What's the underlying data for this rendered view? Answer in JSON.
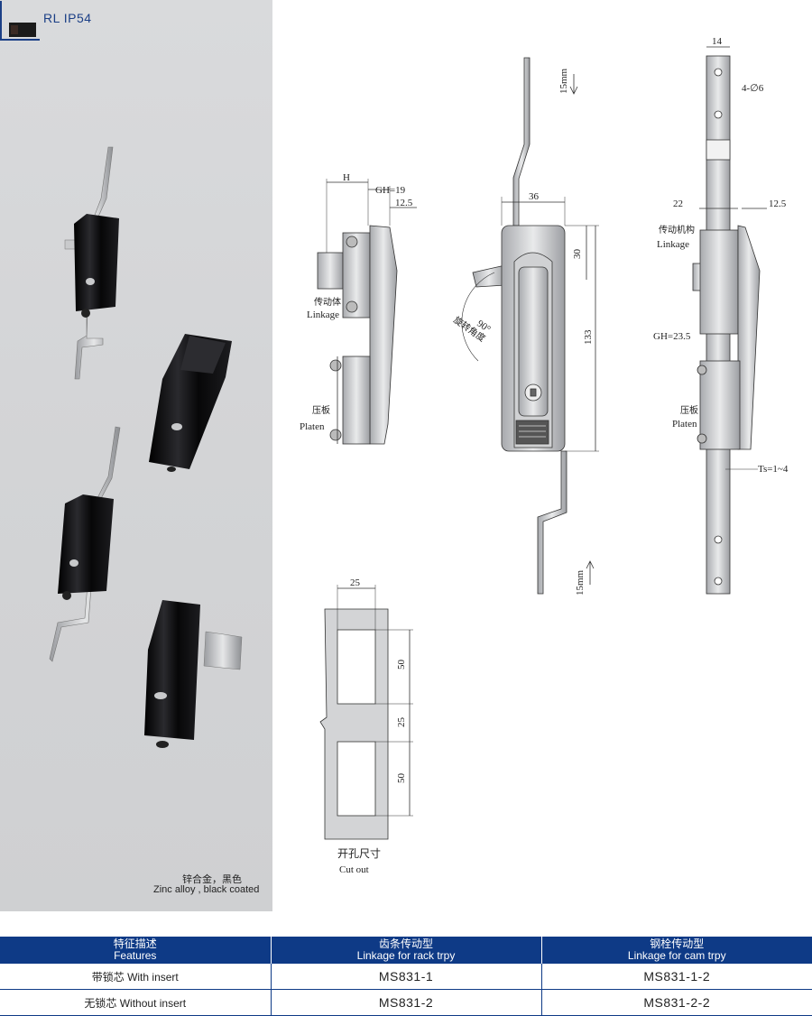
{
  "header": {
    "brand": "RL",
    "rating": "IP54"
  },
  "product": {
    "material_cn": "锌合金，黑色",
    "material_en": "Zinc alloy , black coated"
  },
  "drawing": {
    "side_view": {
      "dim_h": "H",
      "dim_gh": "GH=19",
      "dim_12_5": "12.5",
      "linkage_cn": "传动体",
      "linkage_en": "Linkage",
      "platen_cn": "压板",
      "platen_en": "Platen"
    },
    "front_view": {
      "dim_36": "36",
      "dim_30": "30",
      "dim_133": "133",
      "stroke_top": "15mm",
      "stroke_bottom": "15mm",
      "rotation": "90°",
      "rotation_cn": "旋转角度"
    },
    "cam_view": {
      "dim_14": "14",
      "holes": "4-∅6",
      "dim_22": "22",
      "dim_12_5": "12.5",
      "linkage_cn": "传动机构",
      "linkage_en": "Linkage",
      "gh": "GH=23.5",
      "platen_cn": "压板",
      "platen_en": "Platen",
      "ts": "Ts=1~4"
    },
    "cutout": {
      "dim_width": "25",
      "dim_upper": "50",
      "dim_gap": "25",
      "dim_lower": "50",
      "title_cn": "开孔尺寸",
      "title_en": "Cut out"
    }
  },
  "table": {
    "headers": [
      {
        "cn": "特征描述",
        "en": "Features"
      },
      {
        "cn": "齿条传动型",
        "en": "Linkage for rack trpy"
      },
      {
        "cn": "钢栓传动型",
        "en": "Linkage for cam trpy"
      }
    ],
    "rows": [
      {
        "feature": "带锁芯  With insert",
        "rack": "MS831-1",
        "cam": "MS831-1-2"
      },
      {
        "feature": "无锁芯  Without insert",
        "rack": "MS831-2",
        "cam": "MS831-2-2"
      }
    ]
  },
  "colors": {
    "brand_blue": "#0e3a86",
    "panel_gray": "#d3d4d6",
    "lock_black": "#0b0b0d"
  }
}
